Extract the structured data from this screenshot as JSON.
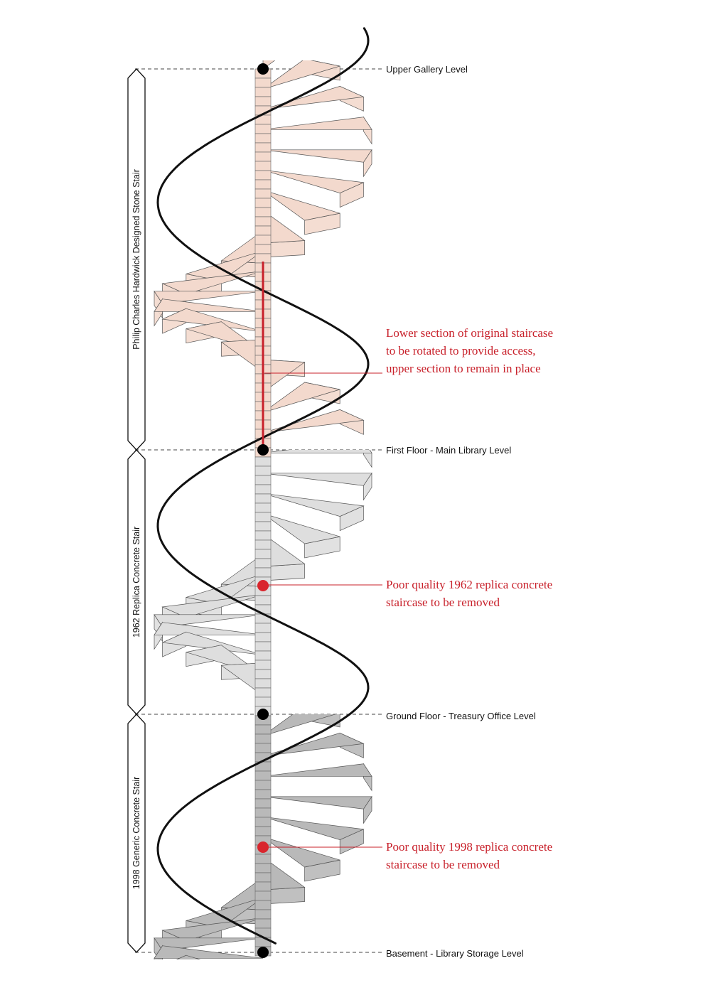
{
  "levels": [
    {
      "label": "Upper Gallery Level"
    },
    {
      "label": "First Floor - Main Library Level"
    },
    {
      "label": "Ground Floor - Treasury Office Level"
    },
    {
      "label": "Basement - Library Storage Level"
    }
  ],
  "sections": [
    {
      "label": "Philip Charles Hardwick Designed Stone Stair",
      "fill": "#f3d9cd"
    },
    {
      "label": "1962 Replica Concrete Stair",
      "fill": "#dedede"
    },
    {
      "label": "1998 Generic Concrete Stair",
      "fill": "#b9b9b9"
    }
  ],
  "notes": [
    {
      "lines": [
        "Lower section of original staircase",
        "to be rotated to provide access,",
        "upper section to remain in place"
      ]
    },
    {
      "lines": [
        "Poor quality 1962 replica concrete",
        "staircase to be removed"
      ]
    },
    {
      "lines": [
        "Poor quality 1998 replica concrete",
        "staircase to be removed"
      ]
    }
  ],
  "colors": {
    "accent": "#c8202a",
    "line": "#111111"
  }
}
